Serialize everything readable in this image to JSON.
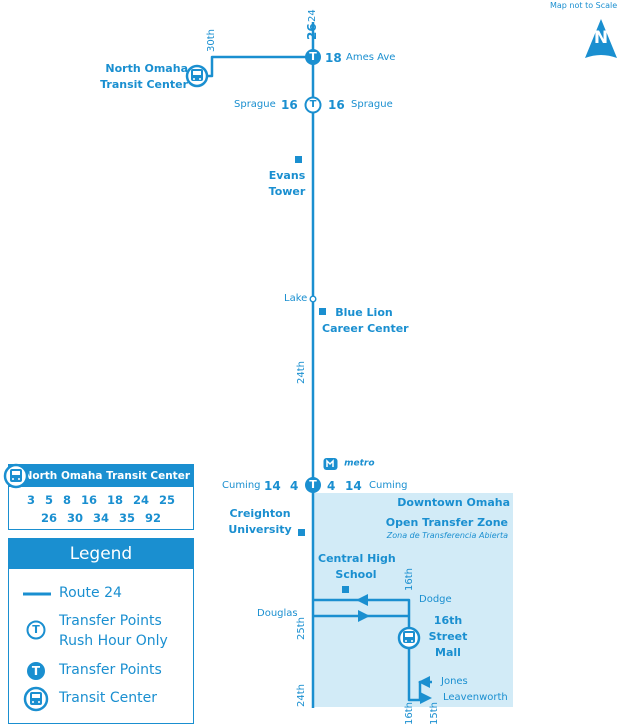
{
  "map_scale_note": "Map not to Scale",
  "compass_letter": "N",
  "route_number_top": "24",
  "route_26": "26",
  "street_30th": "30th",
  "north_omaha_tc": [
    "North Omaha",
    "Transit Center"
  ],
  "ames": {
    "num": "18",
    "name": "Ames Ave"
  },
  "sprague": {
    "left_name": "Sprague",
    "left_num": "16",
    "right_num": "16",
    "right_name": "Sprague"
  },
  "evans_tower": [
    "Evans",
    "Tower"
  ],
  "lake": "Lake",
  "blue_lion": [
    "Blue Lion",
    "Career Center"
  ],
  "street_24th_mid": "24th",
  "metro_logo": "metro",
  "cuming": {
    "left_name": "Cuming",
    "left_nums": [
      "14",
      "4"
    ],
    "right_nums": [
      "4",
      "14"
    ],
    "right_name": "Cuming"
  },
  "downtown_zone": {
    "title": "Downtown Omaha",
    "subtitle": "Open Transfer Zone",
    "spanish": "Zona de Transferencia Abierta"
  },
  "creighton": [
    "Creighton",
    "University"
  ],
  "central_high": [
    "Central High",
    "School"
  ],
  "street_16th_upper": "16th",
  "dodge": "Dodge",
  "douglas": "Douglas",
  "street_25th": "25th",
  "sixteenth_mall": [
    "16th",
    "Street",
    "Mall"
  ],
  "jones": "Jones",
  "leavenworth": "Leavenworth",
  "street_24th_bottom": "24th",
  "street_16th_bottom": "16th",
  "street_15th_bottom": "15th",
  "transit_center_box": {
    "title": "North Omaha Transit Center",
    "row1": "3 5 8 16 18 24 25",
    "row2": "26 30 34 35 92"
  },
  "legend": {
    "title": "Legend",
    "route": "Route 24",
    "rush": [
      "Transfer Points",
      "Rush Hour Only"
    ],
    "transfer": "Transfer Points",
    "tc": "Transit Center",
    "rush_glyph": "T",
    "transfer_glyph": "T"
  },
  "transfer_glyph": "T",
  "colors": {
    "route": "#1a8fd0",
    "zone": "#d2ebf7"
  }
}
